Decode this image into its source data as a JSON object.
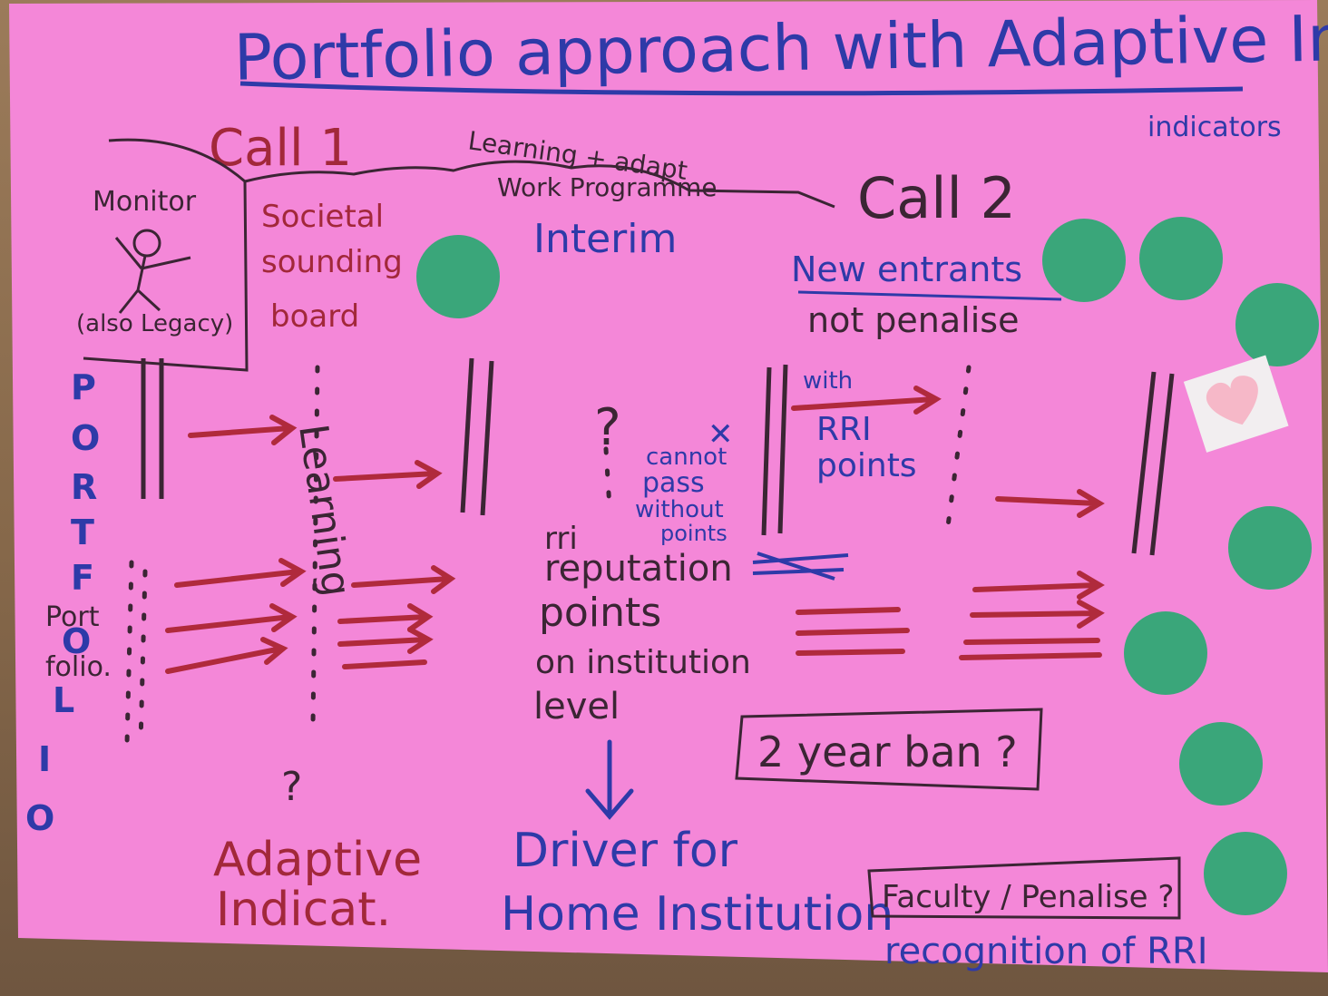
{
  "title": "Portfolio approach with Adaptive Ind.",
  "title_sub": "indicators",
  "call1": "Call 1",
  "call2": "Call 2",
  "learning_workprog": [
    "Learning + adapt",
    "Work Programme"
  ],
  "interim": "Interim",
  "monitor": "Monitor",
  "also_legacy": "(also Legacy)",
  "societal": [
    "Societal",
    "sounding",
    "board"
  ],
  "portfolio_vertical": [
    "P",
    "O",
    "R",
    "T",
    "F",
    "O",
    "L",
    "I",
    "O"
  ],
  "portfolio_small": [
    "Port",
    "folio."
  ],
  "learning_vertical": "Learning",
  "new_entrants": "New entrants",
  "not_penalise": "not penalise",
  "with_rri_points": [
    "with",
    "RRI",
    "points"
  ],
  "cannot_pass": [
    "cannot",
    "pass",
    "without",
    "points"
  ],
  "rri_reputation": [
    "rri",
    "reputation",
    "points",
    "on institution",
    "level"
  ],
  "two_year_ban": "2 year ban ?",
  "driver": [
    "Driver for",
    "Home Institution"
  ],
  "adaptive_indicator": [
    "Adaptive",
    "Indicat."
  ],
  "faculty": "Faculty / Penalise ?",
  "recognition": "recognition of RRI",
  "question_marks": [
    "?",
    "?"
  ],
  "colors": {
    "paper": "#f487d8",
    "blue_ink": "#2e3aa8",
    "red_ink": "#a2283a",
    "dot_green": "#3aa67a",
    "sticker_heart": "#f6b8c8"
  }
}
